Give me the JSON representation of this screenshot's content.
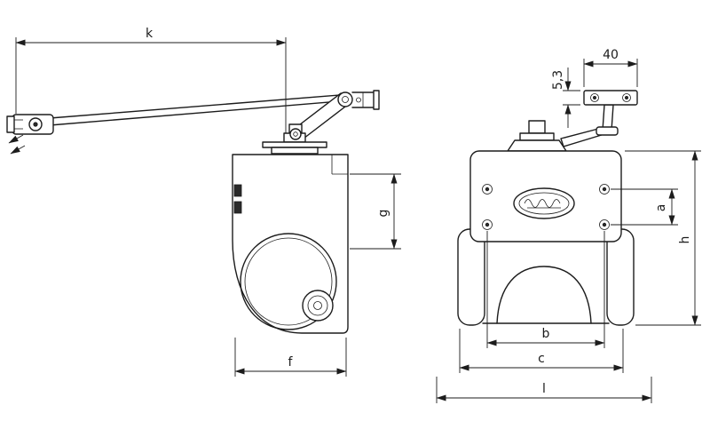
{
  "colors": {
    "background": "#ffffff",
    "ink": "#1c1c1c"
  },
  "drawing": {
    "description_labels_only": true,
    "dimension_labels": {
      "k": "k",
      "f": "f",
      "g": "g",
      "shoe_width": "40",
      "shoe_offset": "5,3",
      "a": "a",
      "h": "h",
      "b": "b",
      "c": "c",
      "l": "l"
    }
  }
}
